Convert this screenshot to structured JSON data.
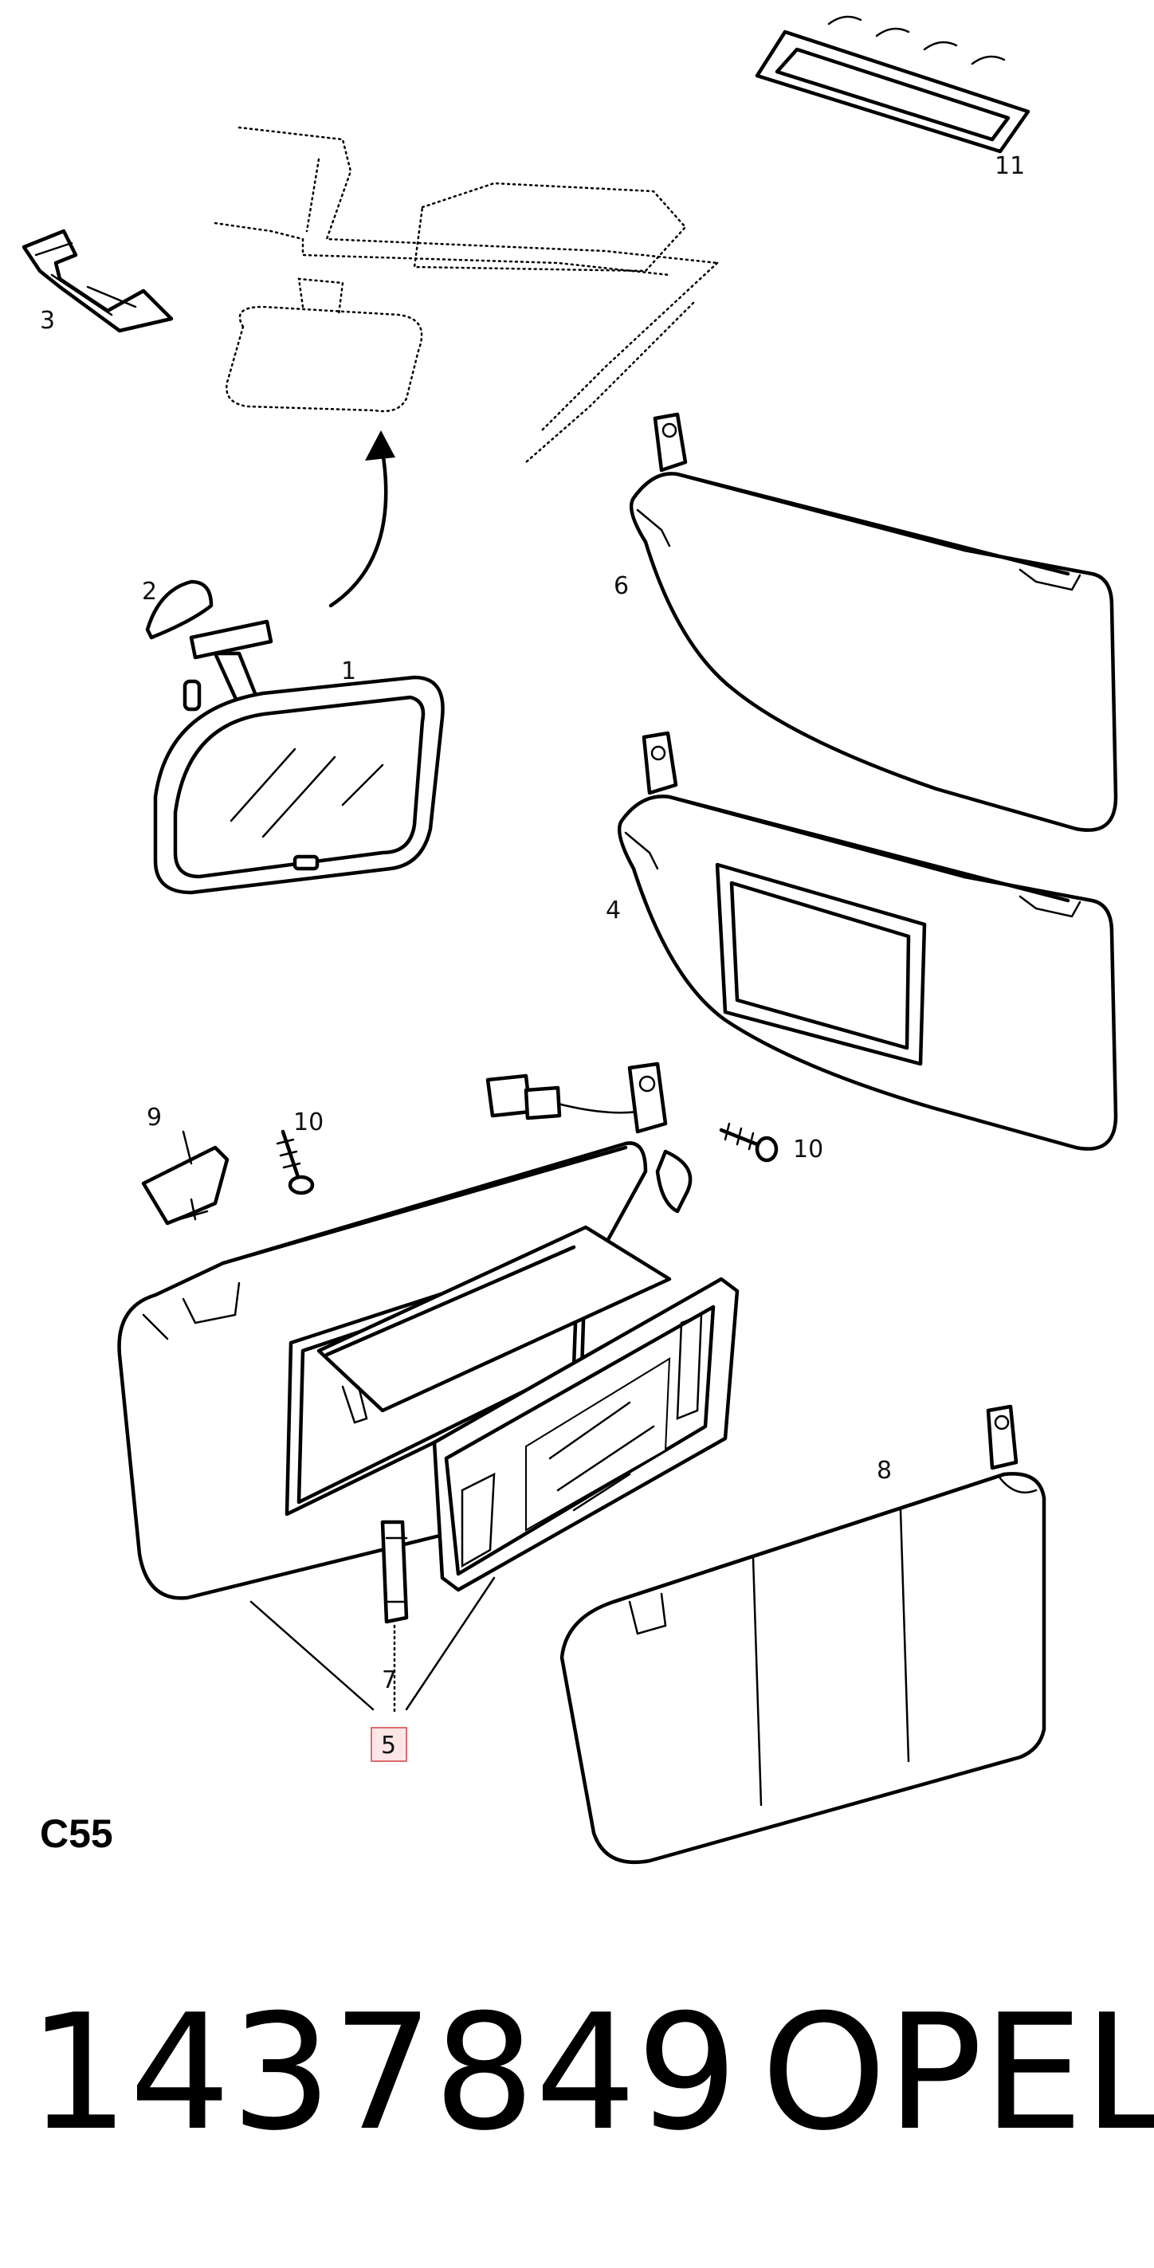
{
  "callouts": {
    "c1": "1",
    "c2": "2",
    "c3": "3",
    "c4": "4",
    "c5": "5",
    "c6": "6",
    "c7": "7",
    "c8": "8",
    "c9": "9",
    "c10a": "10",
    "c10b": "10",
    "c11": "11"
  },
  "highlighted_callout": "5",
  "highlight_color": "#e06c6c",
  "diagram_code": "C55",
  "part_number": "1437849",
  "brand": "OPEL"
}
